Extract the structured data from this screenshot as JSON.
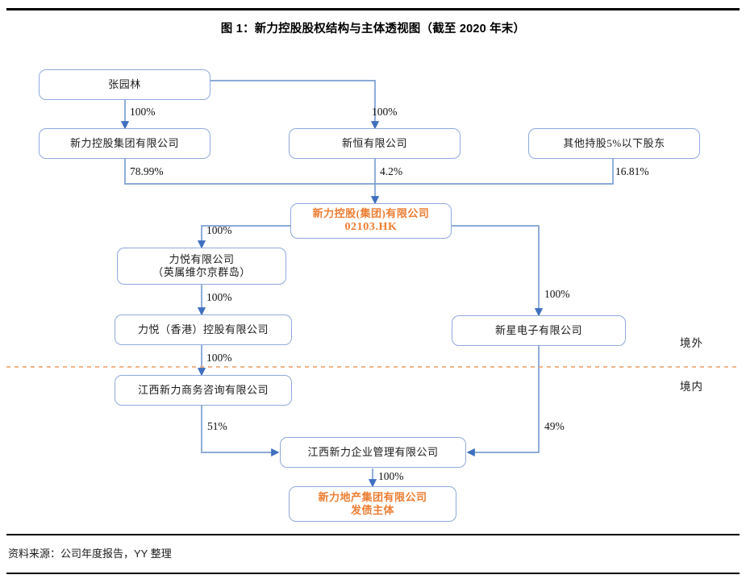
{
  "chart_data": {
    "type": "diagram",
    "title": "图 1：新力控股股权结构与主体透视图（截至 2020 年末）",
    "source": "资料来源：公司年度报告，YY 整理",
    "colors": {
      "node_border": "#8faadc",
      "connector": "#6f96d1",
      "accent_text": "#ed7d31",
      "divider_dashed": "#ed9b5e",
      "rule": "#000000"
    },
    "zone_labels": [
      {
        "key": "offshore",
        "text": "境外"
      },
      {
        "key": "onshore",
        "text": "境内"
      }
    ],
    "nodes": [
      {
        "id": "zhang",
        "line1": "张园林",
        "line2": "",
        "accent": false
      },
      {
        "id": "xinli-holding-group",
        "line1": "新力控股集团有限公司",
        "line2": "",
        "accent": false
      },
      {
        "id": "xinheng",
        "line1": "新恒有限公司",
        "line2": "",
        "accent": false
      },
      {
        "id": "other-shareholders",
        "line1": "其他持股5%以下股东",
        "line2": "",
        "accent": false
      },
      {
        "id": "xinli-holdings-hk",
        "line1": "新力控股(集团)有限公司",
        "line2": "02103.HK",
        "accent": true
      },
      {
        "id": "liyue-bvi",
        "line1": "力悦有限公司",
        "line2": "（英属维尔京群岛）",
        "accent": false
      },
      {
        "id": "liyue-hk",
        "line1": "力悦（香港）控股有限公司",
        "line2": "",
        "accent": false
      },
      {
        "id": "xinxing-electronics",
        "line1": "新星电子有限公司",
        "line2": "",
        "accent": false
      },
      {
        "id": "jiangxi-business-consulting",
        "line1": "江西新力商务咨询有限公司",
        "line2": "",
        "accent": false
      },
      {
        "id": "jiangxi-enterprise-mgmt",
        "line1": "江西新力企业管理有限公司",
        "line2": "",
        "accent": false
      },
      {
        "id": "xinli-real-estate",
        "line1": "新力地产集团有限公司",
        "line2": "发债主体",
        "accent": true
      }
    ],
    "edges": [
      {
        "id": "e1",
        "from": "zhang",
        "to": "xinli-holding-group",
        "label": "100%"
      },
      {
        "id": "e2",
        "from": "zhang",
        "to": "xinheng",
        "label": "100%"
      },
      {
        "id": "e3",
        "from": "xinli-holding-group",
        "to": "xinli-holdings-hk",
        "label": "78.99%"
      },
      {
        "id": "e4",
        "from": "xinheng",
        "to": "xinli-holdings-hk",
        "label": "4.2%"
      },
      {
        "id": "e5",
        "from": "other-shareholders",
        "to": "xinli-holdings-hk",
        "label": "16.81%"
      },
      {
        "id": "e6",
        "from": "xinli-holdings-hk",
        "to": "liyue-bvi",
        "label": "100%"
      },
      {
        "id": "e7",
        "from": "liyue-bvi",
        "to": "liyue-hk",
        "label": "100%"
      },
      {
        "id": "e8",
        "from": "liyue-hk",
        "to": "jiangxi-business-consulting",
        "label": "100%"
      },
      {
        "id": "e9",
        "from": "xinli-holdings-hk",
        "to": "xinxing-electronics",
        "label": "100%"
      },
      {
        "id": "e10",
        "from": "jiangxi-business-consulting",
        "to": "jiangxi-enterprise-mgmt",
        "label": "51%"
      },
      {
        "id": "e11",
        "from": "xinxing-electronics",
        "to": "jiangxi-enterprise-mgmt",
        "label": "49%"
      },
      {
        "id": "e12",
        "from": "jiangxi-enterprise-mgmt",
        "to": "xinli-real-estate",
        "label": "100%"
      }
    ]
  }
}
